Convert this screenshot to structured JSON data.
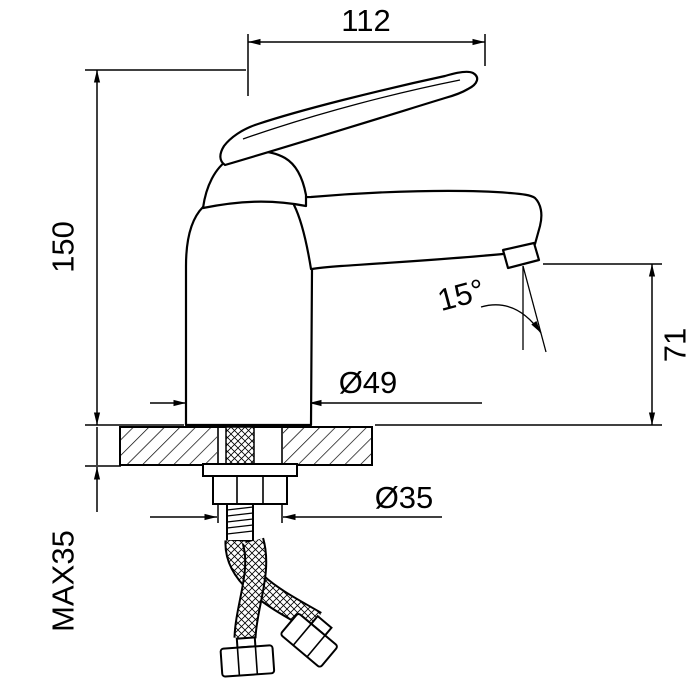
{
  "page": {
    "background": "#ffffff",
    "line_color": "#000000"
  },
  "drawing": {
    "type": "technical_dimension_diagram",
    "subject": "single-lever basin faucet side elevation with mounting deck and flexible supply hoses",
    "labels": {
      "spout_reach": "112",
      "body_height": "150",
      "spout_angle": "15°",
      "outlet_height": "71",
      "base_diameter": "Ø49",
      "mounting_hole_diameter": "Ø35",
      "max_deck_thickness": "MAX35"
    }
  }
}
